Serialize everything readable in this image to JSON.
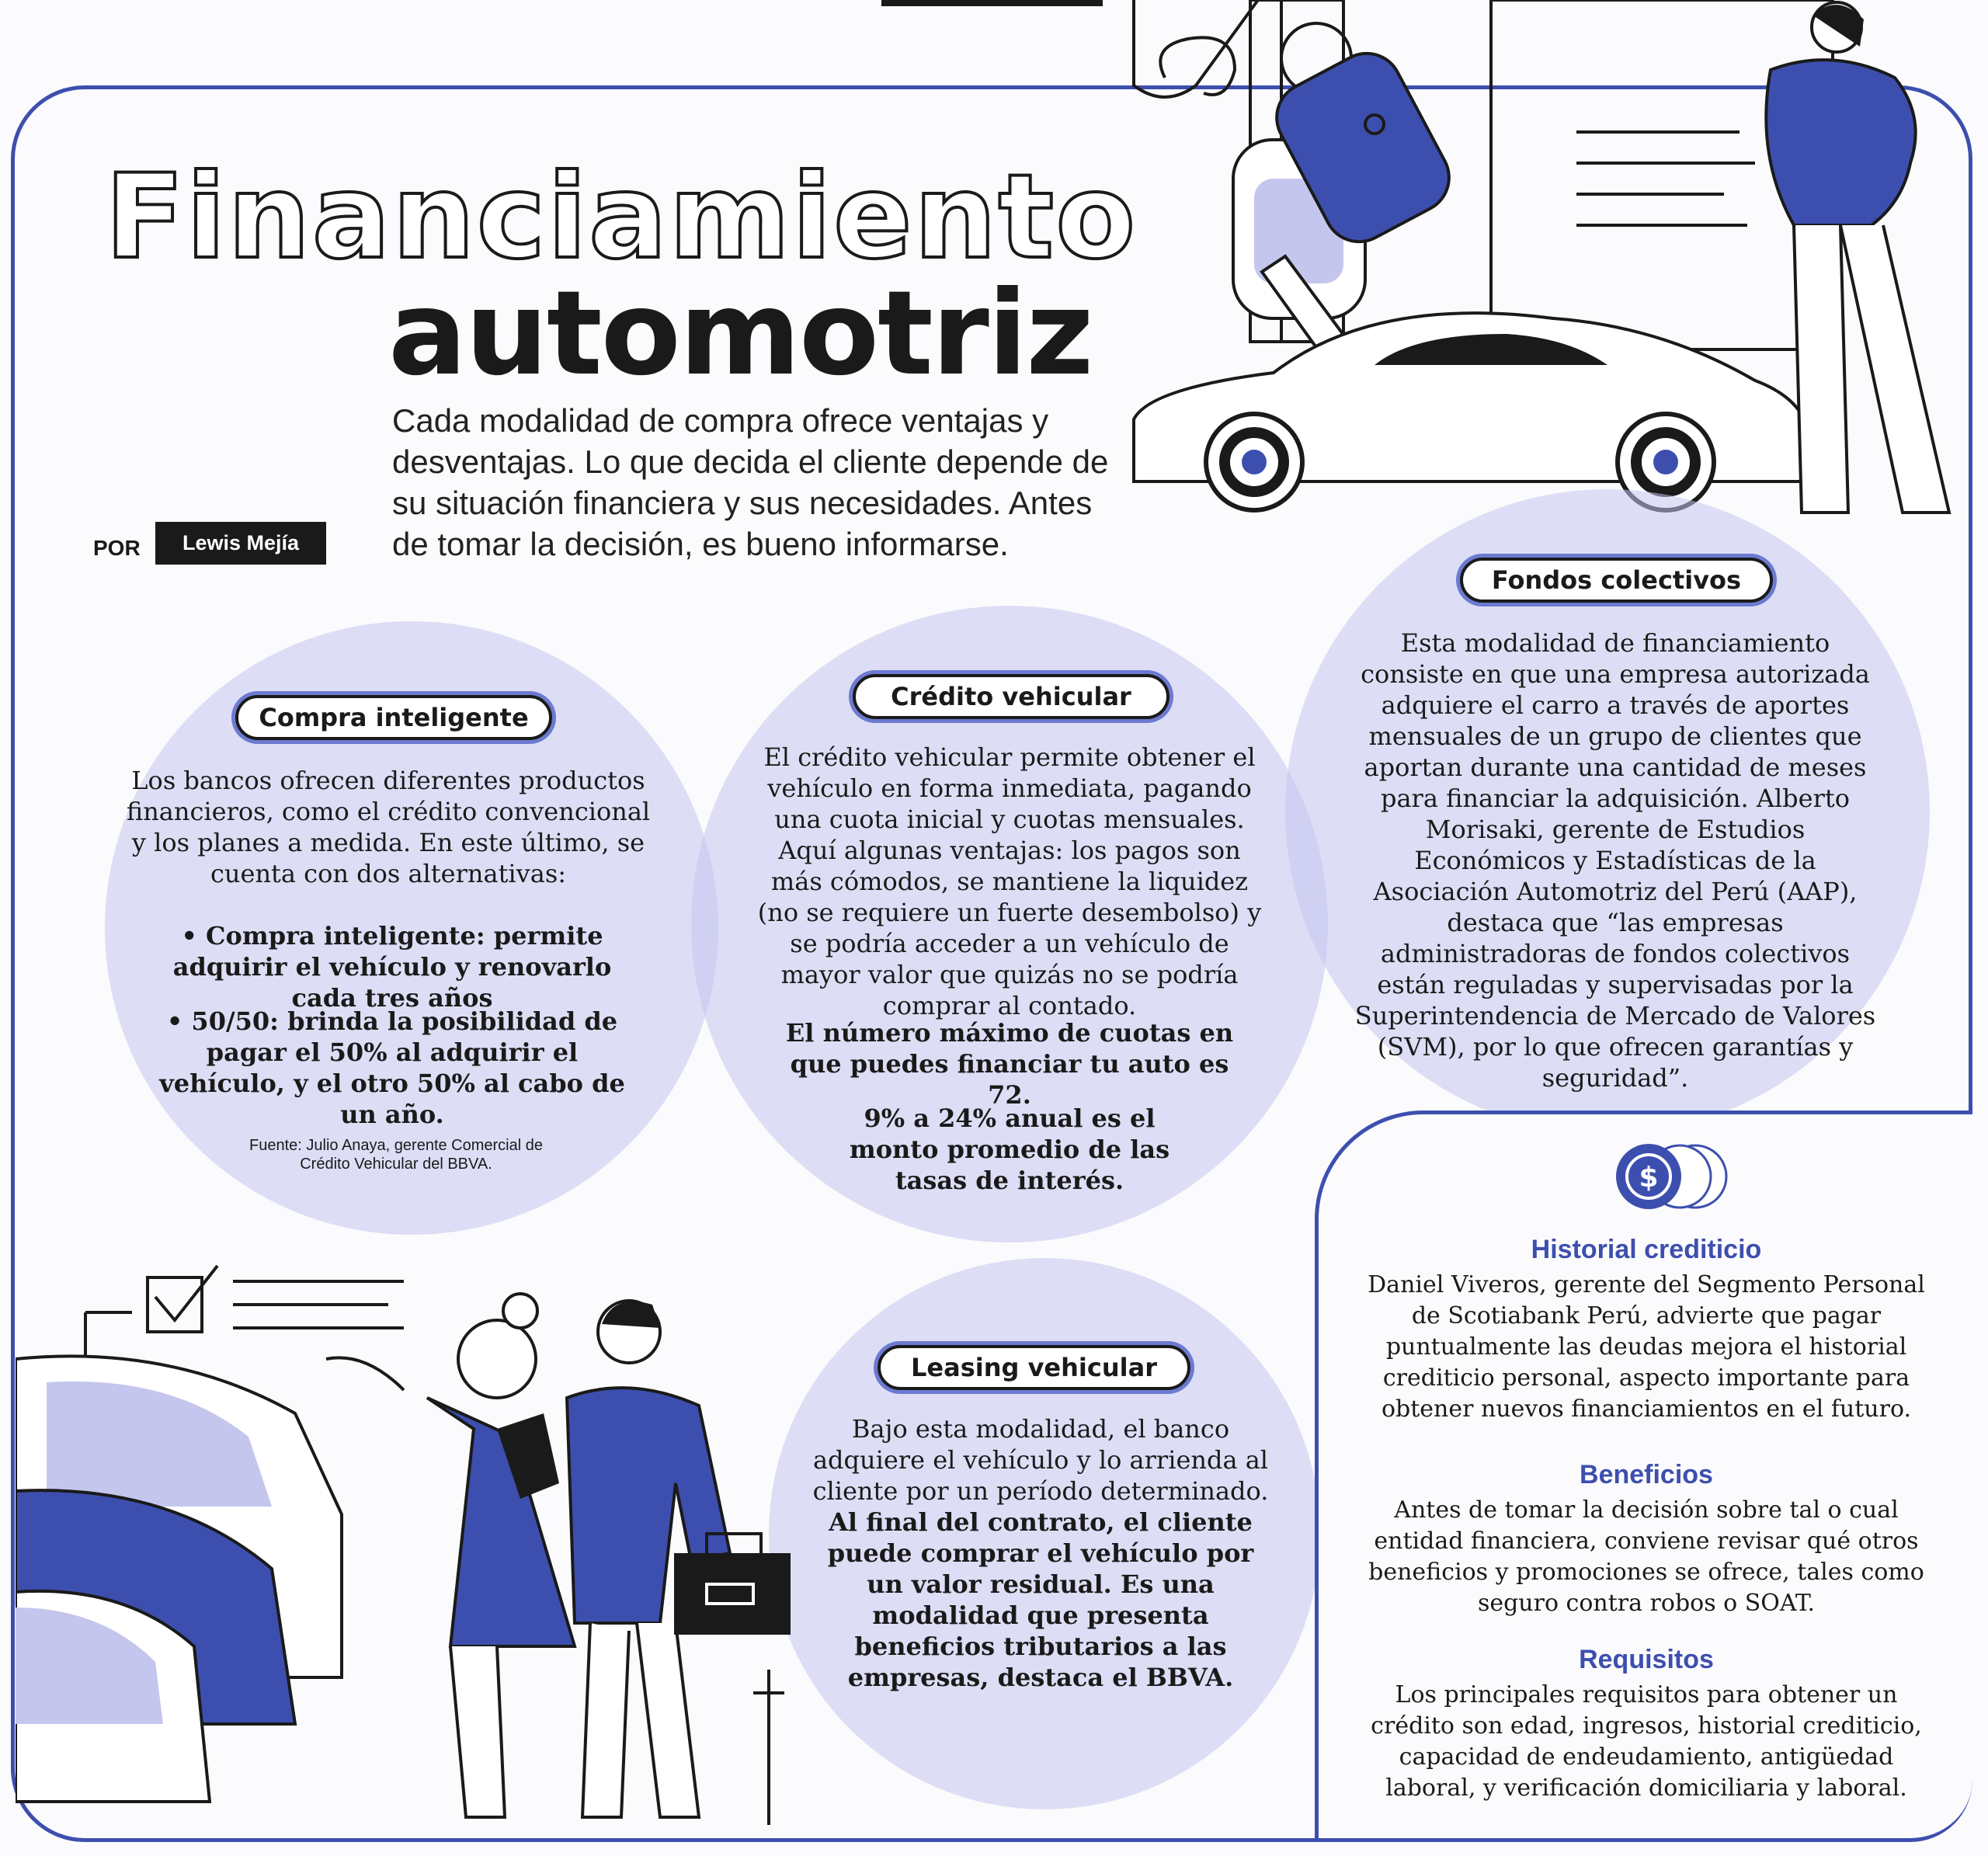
{
  "header": {
    "title_line1": "Financiamiento",
    "title_line2": "automotriz",
    "intro": "Cada modalidad de compra ofrece ventajas y desventajas. Lo que decida el cliente depende de su situación financiera y sus necesidades. Antes de tomar la decisión, es bueno informarse.",
    "byline_label": "POR",
    "author": "Lewis Mejía"
  },
  "compra": {
    "title": "Compra inteligente",
    "body": "Los bancos ofrecen diferentes productos financieros, como el crédito convencional y los planes a medida. En este último, se cuenta con dos alternativas:",
    "bullet1": "• Compra inteligente: permite adquirir el vehículo y renovarlo cada tres años",
    "bullet2": "• 50/50: brinda la posibilidad de pagar el 50% al adquirir el vehículo, y el otro 50% al cabo de un año.",
    "source": "Fuente: Julio Anaya, gerente Comercial de Crédito Vehicular del BBVA."
  },
  "credito": {
    "title": "Crédito vehicular",
    "body": "El crédito vehicular permite obtener el vehículo en forma inmediata, pagando una cuota inicial y cuotas mensuales. Aquí algunas ventajas: los pagos son más cómodos, se mantiene la liquidez (no se requiere un fuerte desembolso) y se podría acceder a un vehículo de mayor valor que quizás no se podría comprar al contado.",
    "fact1": "El número máximo de cuotas en que puedes financiar tu auto es 72.",
    "fact2": "9% a 24% anual es el monto promedio de las tasas de interés."
  },
  "fondos": {
    "title": "Fondos colectivos",
    "body": "Esta modalidad de financiamiento consiste en que una empresa autorizada adquiere el carro a través de aportes mensuales de un grupo de clientes que aportan durante una cantidad de meses para financiar la adquisición. Alberto Morisaki, gerente de Estudios Económicos y Estadísticas de la Asociación Automotriz del Perú (AAP), destaca que “las empresas administradoras de fondos colectivos están reguladas y supervisadas por la Superintendencia de Mercado de Valores (SVM), por lo que ofrecen garantías y seguridad”."
  },
  "leasing": {
    "title": "Leasing vehicular",
    "body": "Bajo esta modalidad, el banco adquiere el vehículo y lo arrienda al cliente por un período determinado.",
    "body_bold": "Al final del contrato, el cliente puede comprar el vehículo por un valor residual. Es una modalidad que presenta beneficios tributarios a las empresas, destaca el BBVA."
  },
  "sidebar": {
    "icon": "dollar-coin-icon",
    "historial_title": "Historial crediticio",
    "historial_body": "Daniel Viveros, gerente del Segmento Personal de Scotiabank Perú, advierte que pagar puntualmente las deudas mejora el historial crediticio personal, aspecto importante para obtener nuevos financiamientos en el futuro.",
    "beneficios_title": "Beneficios",
    "beneficios_body": "Antes de tomar la decisión sobre tal o cual entidad financiera, conviene revisar qué otros beneficios y promociones se ofrece, tales como seguro contra robos o SOAT.",
    "requisitos_title": "Requisitos",
    "requisitos_body": "Los principales requisitos para obtener un crédito son edad, ingresos, historial crediticio, capacidad de endeudamiento, antigüedad laboral, y verificación domiciliaria y laboral."
  },
  "colors": {
    "accent": "#3d4fae",
    "circle": "#c4c6ee",
    "ink": "#1a1a1a"
  }
}
